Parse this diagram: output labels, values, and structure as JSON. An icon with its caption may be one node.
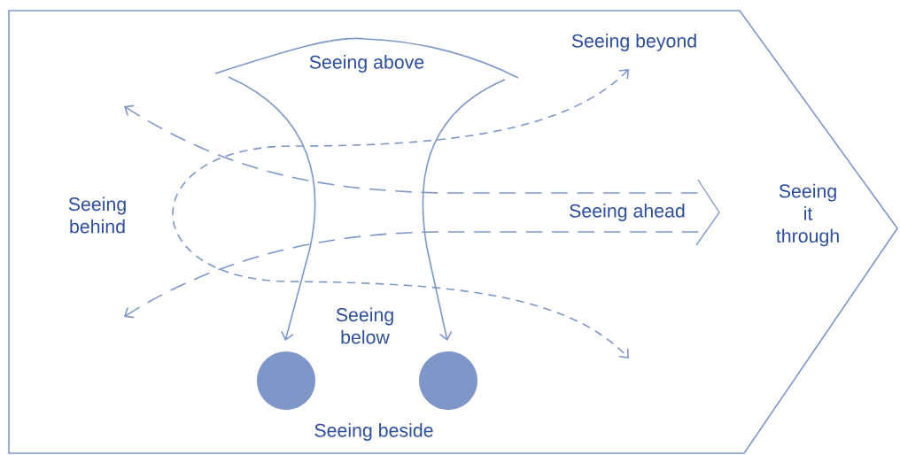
{
  "diagram": {
    "nodes": [
      {
        "text": [
          "Seeing it through"
        ]
      },
      {
        "text": [
          "Seeing above"
        ],
        "in": 0
      },
      {
        "text": [],
        "shape": "circle",
        "in": 0
      },
      {
        "text": [],
        "shape": "circle",
        "in": 0
      }
    ],
    "edges": [
      {
        "from": 1,
        "to": 2,
        "arrow": "to"
      },
      {
        "from": 1,
        "to": 3,
        "arrow": "to"
      }
    ],
    "labels": [
      "Seeing beyond",
      "Seeing behind",
      "Seeing ahead",
      "Seeing below",
      "Seeing beside"
    ]
  }
}
